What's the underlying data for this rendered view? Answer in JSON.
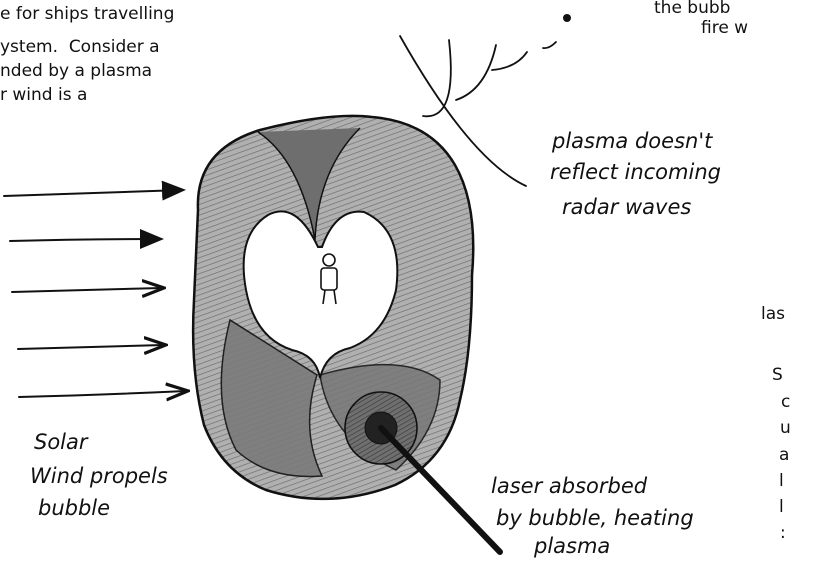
{
  "top_left_text": [
    "e for ships travelling",
    "ystem.  Consider a",
    "nded by a plasma",
    "r wind is a"
  ],
  "top_right_text": [
    "the bubb",
    "fire w"
  ],
  "right_text": [
    "las",
    "S",
    "c",
    "u",
    "a",
    "l",
    "l",
    ":"
  ],
  "diagram_labels": {
    "plasma_note": [
      "plasma doesn't",
      "reflect incoming",
      "radar waves"
    ],
    "solar_note": [
      "Solar",
      "Wind propels",
      "bubble"
    ],
    "laser_note": [
      "laser absorbed",
      "by bubble, heating",
      "plasma"
    ]
  },
  "colors": {
    "ink": "#111111",
    "shell_light": "#a6a6a6",
    "shell_dark": "#555555",
    "background": "#ffffff"
  }
}
